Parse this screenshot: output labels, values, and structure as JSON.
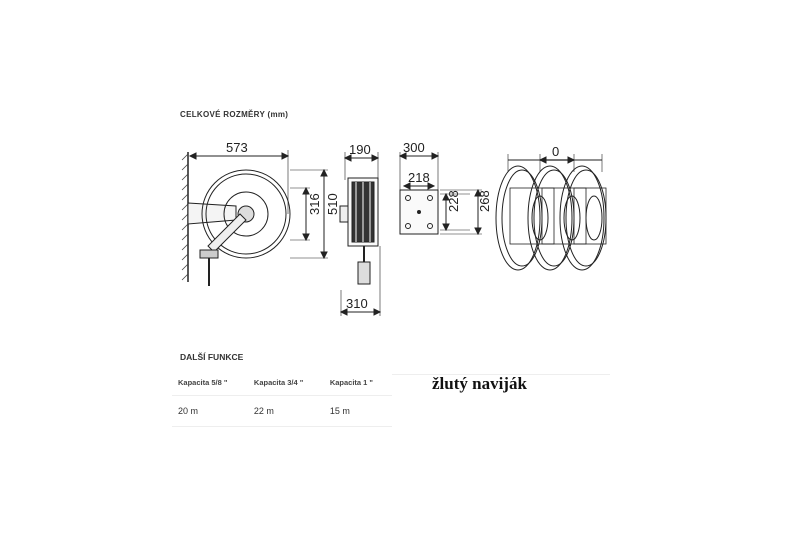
{
  "dimensions_heading": "CELKOVÉ ROZMĚRY (mm)",
  "dimension_labels": {
    "width_573": "573",
    "height_316": "316",
    "height_510": "510",
    "depth_190": "190",
    "depth_310": "310",
    "plate_300": "300",
    "plate_218": "218",
    "plate_228": "228",
    "plate_268": "268",
    "multi_0": "0"
  },
  "features": {
    "title": "DALŠÍ FUNKCE",
    "headers": [
      "Kapacita 5/8 \"",
      "Kapacita 3/4 \"",
      "Kapacita 1 \""
    ],
    "values": [
      "20 m",
      "22 m",
      "15 m"
    ]
  },
  "side_label": "žlutý naviják"
}
